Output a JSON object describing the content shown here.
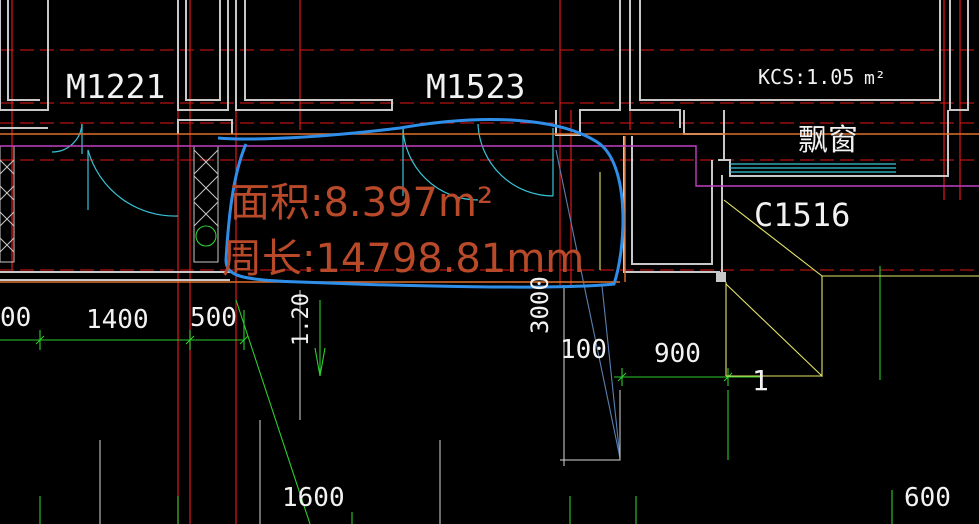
{
  "drawing": {
    "labels": {
      "door_m1221": "M1221",
      "door_m1523": "M1523",
      "kcs_area": "KCS:1.05",
      "kcs_unit": "m²",
      "bay_window": "飘窗",
      "window_c1516": "C1516",
      "level_mark": "1.20",
      "section_mark": "1"
    },
    "measurement": {
      "area_text": "面积:8.397m²",
      "length_text": "周长:14798.81mm"
    },
    "dimensions": {
      "d_1400": "1400",
      "d_500": "500",
      "d_left_cut": "00",
      "d_3000": "3000",
      "d_100": "100",
      "d_900": "900",
      "d_1600": "1600",
      "d_600": "600"
    },
    "colors": {
      "background": "#000000",
      "wall": "#c8c8c8",
      "red_axis": "#e01818",
      "green_dim": "#2ecc2e",
      "cyan_door": "#39c6d8",
      "magenta": "#c040c0",
      "orange": "#e0702a",
      "yellow": "#e6e66a",
      "highlight": "#2f8fe8",
      "measure_text": "#b84a2a",
      "white_text": "#f2f2f2"
    }
  }
}
